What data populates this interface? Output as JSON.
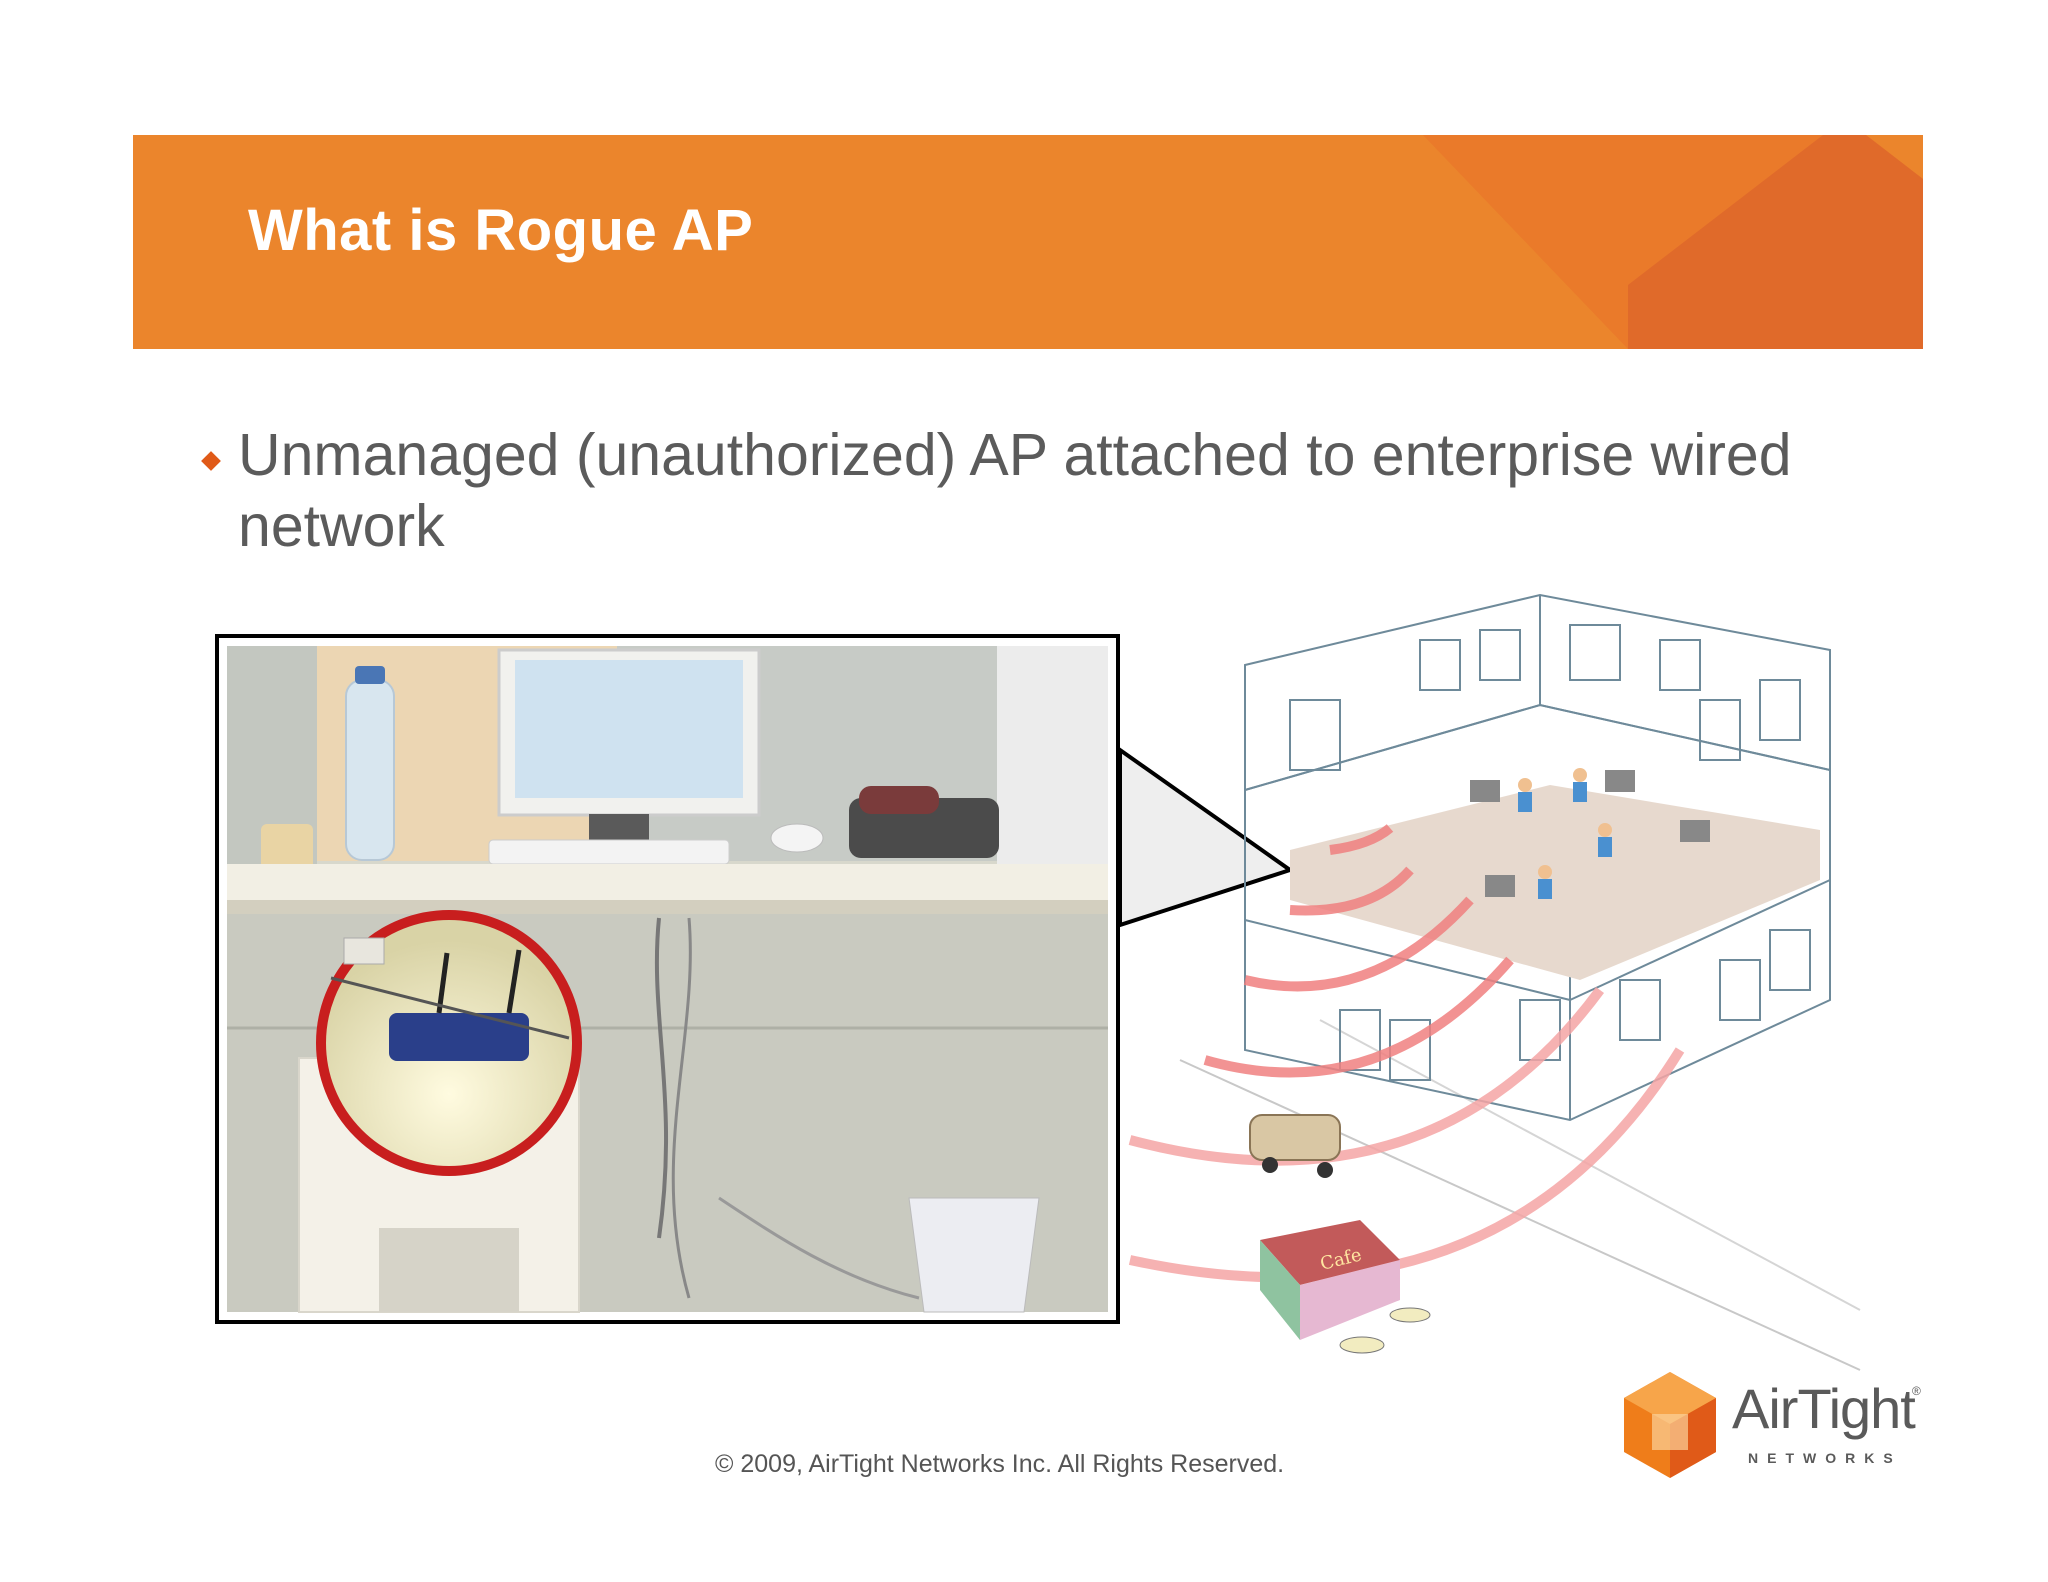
{
  "slide": {
    "title": "What is Rogue AP",
    "bullet": "Unmanaged (unauthorized) AP attached to enterprise wired network",
    "copyright": "© 2009, AirTight Networks Inc. All Rights Reserved."
  },
  "logo": {
    "word": "AirTight",
    "sub": "NETWORKS",
    "reg": "®"
  },
  "illustration": {
    "cafe_sign": "Cafe"
  },
  "colors": {
    "banner": "#eb852c",
    "banner_dark": "#e06a2a",
    "bullet": "#e05a18",
    "wave": "#f08080",
    "logo_orange": "#ef7d1a"
  }
}
